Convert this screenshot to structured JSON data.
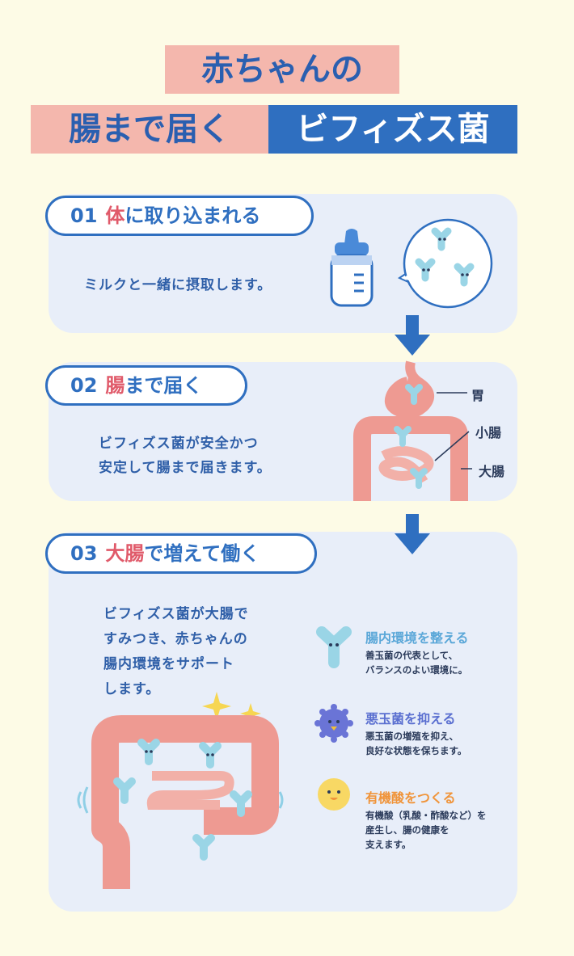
{
  "title": {
    "line1": "赤ちゃんの",
    "line2a": "腸まで届く",
    "line2b": "ビフィズス菌"
  },
  "steps": [
    {
      "number": "01",
      "heading_accent": "体",
      "heading_rest": "に取り込まれる",
      "body": [
        "ミルクと一緒に摂取します。"
      ]
    },
    {
      "number": "02",
      "heading_accent": "腸",
      "heading_rest": "まで届く",
      "body": [
        "ビフィズス菌が安全かつ",
        "安定して腸まで届きます。"
      ],
      "labels": {
        "stomach": "胃",
        "small_intestine": "小腸",
        "large_intestine": "大腸"
      }
    },
    {
      "number": "03",
      "heading_accent": "大腸",
      "heading_rest": "で増えて働く",
      "body": [
        "ビフィズス菌が大腸で",
        "すみつき、赤ちゃんの",
        "腸内環境をサポート",
        "します。"
      ]
    }
  ],
  "features": [
    {
      "title": "腸内環境を整える",
      "desc": [
        "善玉菌の代表として、",
        "バランスのよい環境に。"
      ],
      "color": "#5aa7d8",
      "icon": "bifidobacteria-icon"
    },
    {
      "title": "悪玉菌を抑える",
      "desc": [
        "悪玉菌の増殖を抑え、",
        "良好な状態を保ちます。"
      ],
      "color": "#5a6fd0",
      "icon": "bad-bacteria-icon"
    },
    {
      "title": "有機酸をつくる",
      "desc": [
        "有機酸（乳酸・酢酸など）を",
        "産生し、腸の健康を",
        "支えます。"
      ],
      "color": "#f0943a",
      "icon": "organic-acid-icon"
    }
  ],
  "colors": {
    "accent_blue": "#2f6fc0",
    "accent_pink": "#f4b7ad",
    "accent_red": "#e05a6a",
    "intestine": "#ee9a92",
    "background": "#fdfbe6"
  }
}
